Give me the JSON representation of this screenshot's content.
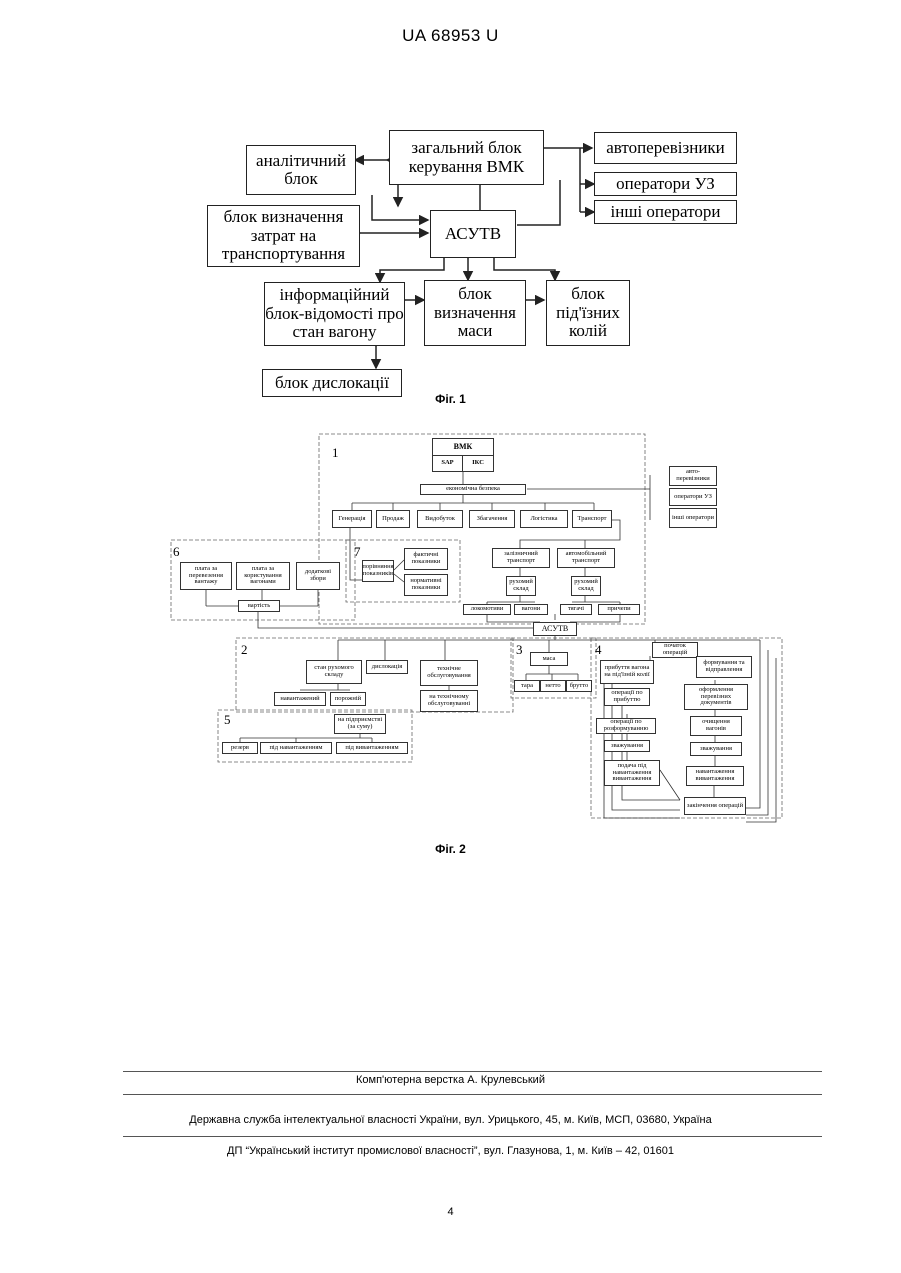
{
  "header": {
    "patent_no": "UA   68953   U"
  },
  "fig1": {
    "caption": "Фіг. 1",
    "boxes": {
      "general": "загальний блок керування ВМК",
      "analytic": "аналітичний блок",
      "costs": "блок визначення затрат на транспортування",
      "asutv": "АСУТВ",
      "carriers": "автоперевізники",
      "operators_uz": "оператори УЗ",
      "other_ops": "інші  оператори",
      "info": "інформаційний блок-відомості про стан вагону",
      "mass": "блок визначення маси",
      "sidings": "блок під'їзних колій",
      "dislocation": "блок дислокації"
    }
  },
  "fig2": {
    "caption": "Фіг. 2",
    "section_numbers": [
      "1",
      "2",
      "3",
      "4",
      "5",
      "6",
      "7"
    ],
    "vmk": {
      "title": "ВМК",
      "left": "SAP",
      "right": "ІКС"
    },
    "econ_security": "економічна безпека",
    "right_group": [
      "авто-перевізники",
      "оператори УЗ",
      "інші оператори"
    ],
    "divisions": [
      "Генерація",
      "Продаж",
      "Видобуток",
      "Збагачення",
      "Логістика",
      "Транспорт"
    ],
    "transport": {
      "rail": "залізничний транспорт",
      "auto": "автомобільний транспорт",
      "rolling_rail": "рухомий склад",
      "rolling_auto": "рухомий склад",
      "locos": "локомотиви",
      "wagons": "вагони",
      "trucks": "тягачі",
      "trailers": "причепи"
    },
    "asutv": "АСУТВ",
    "section6": {
      "items": [
        "плата за перевезення вантажу",
        "плата за користування вагонами",
        "додаткові збори"
      ],
      "total": "вартість"
    },
    "section7": {
      "compare": "порівняння показників",
      "actual": "фактичні показники",
      "normative": "нормативні показники"
    },
    "section2": {
      "state": "стан рухомого складу",
      "disloc": "дислокація",
      "tech": "технічне обслуговування",
      "loaded": "навантажений",
      "empty": "порожній",
      "in_repair": "на технічному обслуговуванні",
      "at_enterprise": "на підприємстві (за суму)"
    },
    "section5": [
      "резерв",
      "під навантаженням",
      "під вивантаженням"
    ],
    "section3": {
      "mass": "маса",
      "tare": "тара",
      "net": "нетто",
      "gross": "брутто"
    },
    "section4": {
      "start": "початок операцій",
      "arrival_track": "прибуття вагона на під'їзній колії",
      "ops_arrival": "операції по прибуттю",
      "ops_reform": "операції по розформуванню",
      "weighing1": "зважування",
      "supply": "подача під навантаження вивантаження",
      "forming": "формування та відправлення",
      "docs": "оформлення перевізних документів",
      "cleaning": "очищення вагонів",
      "weighing2": "зважування",
      "load_unload": "навантаження вивантаження",
      "end": "закінчення операцій"
    }
  },
  "footer": {
    "layout": "Комп'ютерна верстка А. Крулевський",
    "service": "Державна служба інтелектуальної власності України, вул. Урицького, 45, м. Київ, МСП, 03680, Україна",
    "institute": "ДП “Український інститут промислової власності”, вул. Глазунова, 1, м. Київ – 42, 01601",
    "page": "4"
  }
}
